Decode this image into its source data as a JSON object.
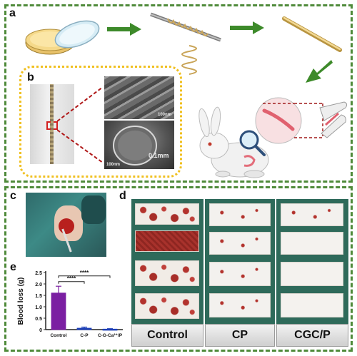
{
  "panels": {
    "a": "a",
    "b": "b",
    "c": "c",
    "d": "d",
    "e": "e"
  },
  "sem": {
    "scale_top": "100nm",
    "scale_bottom": "100nm",
    "diameter": "0.1mm"
  },
  "gauze_labels": [
    "Control",
    "CP",
    "CGC/P"
  ],
  "colors": {
    "frame_green": "#4f8a3a",
    "highlight_yellow": "#f0c020",
    "arrow_green": "#3d8a2a",
    "bar_purple": "#7b1fa2",
    "bar_blue": "#1d3fb8"
  },
  "chart_data": {
    "type": "bar",
    "categories": [
      "Control",
      "C-P",
      "C-G-Ca²⁺/P"
    ],
    "values": [
      1.6,
      0.06,
      0.02
    ],
    "errors": [
      0.3,
      0.05,
      0.02
    ],
    "ylabel": "Blood loss (g)",
    "ylim": [
      0,
      2.5
    ],
    "yticks": [
      0,
      0.5,
      1.0,
      1.5,
      2.0,
      2.5
    ],
    "ytick_labels": [
      "0",
      "0.5",
      "1.0",
      "1.5",
      "2.0",
      "2.5"
    ],
    "significance": [
      "****",
      "****"
    ]
  }
}
